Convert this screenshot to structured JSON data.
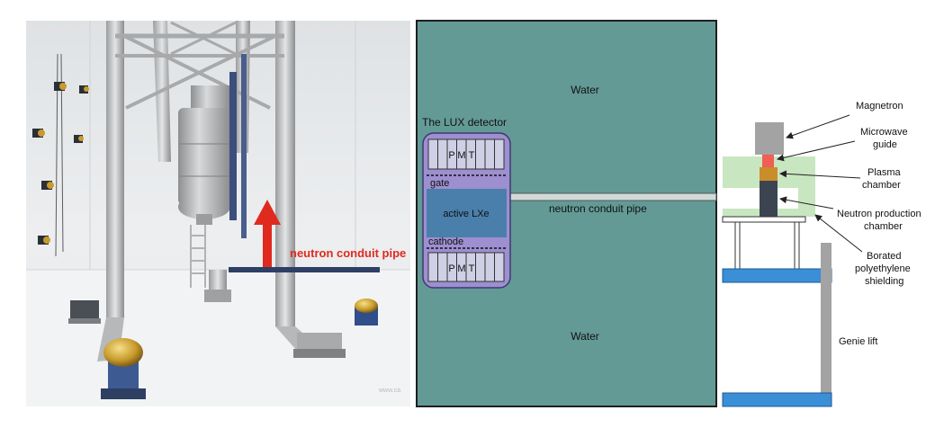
{
  "photo": {
    "annotation": "neutron conduit pipe",
    "watermark": "www.ca",
    "arrow_color": "#e02a1e"
  },
  "tank": {
    "water_top": "Water",
    "water_bottom": "Water",
    "pipe_label": "neutron conduit pipe",
    "water_color": "#639a96"
  },
  "detector": {
    "title": "The LUX detector",
    "pmt_top": [
      "P",
      "M",
      "T"
    ],
    "pmt_bottom": [
      "P",
      "M",
      "T"
    ],
    "gate": "gate",
    "active": "active LXe",
    "cathode": "cathode",
    "body_color": "#9d8fd0",
    "lxe_color": "#4a7fac"
  },
  "generator": {
    "magnetron": "Magnetron",
    "guide_1": "Microwave",
    "guide_2": "guide",
    "plasma_1": "Plasma",
    "plasma_2": "chamber",
    "neutron_1": "Neutron production",
    "neutron_2": "chamber",
    "borated_1": "Borated",
    "borated_2": "polyethylene",
    "borated_3": "shielding",
    "lift": "Genie lift",
    "shield_color": "#c8e6c0",
    "lift_color": "#3a8fd6"
  }
}
